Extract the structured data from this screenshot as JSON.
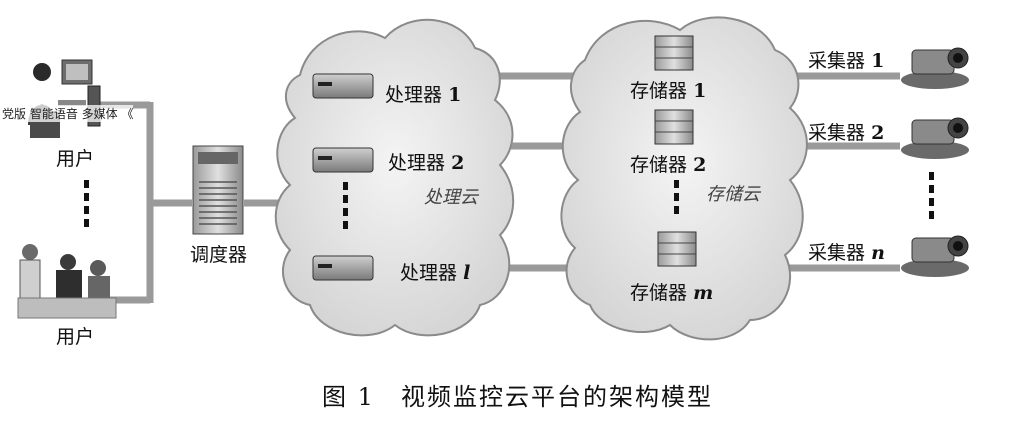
{
  "caption": "图 1　视频监控云平台的架构模型",
  "overlay_text": "党版 智能语音 多媒体 《",
  "users": {
    "top_label": "用户",
    "bottom_label": "用户"
  },
  "scheduler": {
    "label": "调度器"
  },
  "processing_cloud": {
    "label": "处理云",
    "nodes": [
      {
        "name": "处理器",
        "index": "1"
      },
      {
        "name": "处理器",
        "index": "2"
      },
      {
        "name": "处理器",
        "index": "l"
      }
    ]
  },
  "storage_cloud": {
    "label": "存储云",
    "nodes": [
      {
        "name": "存储器",
        "index": "1"
      },
      {
        "name": "存储器",
        "index": "2"
      },
      {
        "name": "存储器",
        "index": "m"
      }
    ]
  },
  "collectors": [
    {
      "name": "采集器",
      "index": "1"
    },
    {
      "name": "采集器",
      "index": "2"
    },
    {
      "name": "采集器",
      "index": "n"
    }
  ],
  "colors": {
    "cloud_fill": "#e6e6e6",
    "cloud_stroke": "#8a8a8a",
    "line": "#9a9a9a"
  }
}
